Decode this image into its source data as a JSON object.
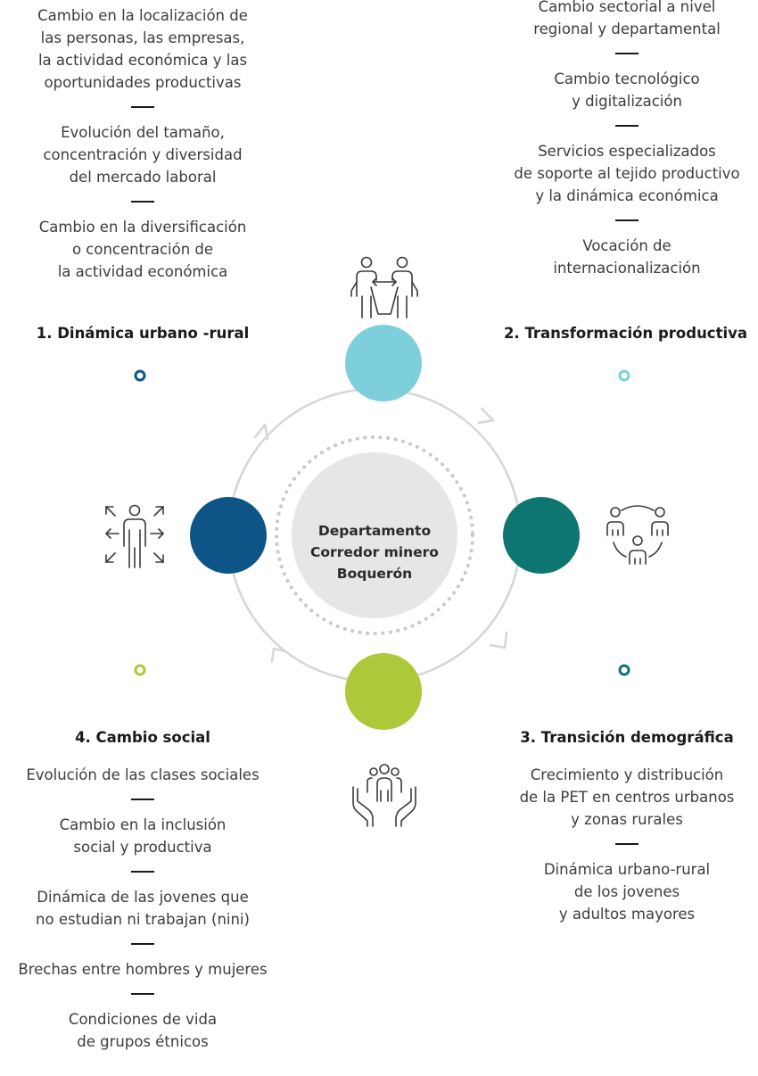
{
  "center": {
    "line1": "Departamento",
    "line2": "Corredor minero",
    "line3": "Boquerón"
  },
  "colors": {
    "top_node": "#7dcfdc",
    "right_node": "#0e7671",
    "bottom_node": "#acc939",
    "left_node": "#0d5586",
    "ring": "#d6d6d6",
    "center_disc": "#e6e6e6",
    "dots": "#c9c9c9"
  },
  "sections": {
    "s1": {
      "heading": "1. Dinámica urbano -rural",
      "items": [
        "Cambio en la localización de\nlas personas, las empresas,\nla actividad económica y las\noportunidades productivas",
        "Evolución del tamaño,\nconcentración y diversidad\ndel mercado laboral",
        "Cambio en la diversificación\no concentración de\nla actividad económica"
      ]
    },
    "s2": {
      "heading": "2. Transformación productiva",
      "items": [
        "Cambio sectorial a nivel\nregional y departamental",
        "Cambio tecnológico\ny digitalización",
        "Servicios especializados\nde soporte al tejido productivo\ny la dinámica económica",
        "Vocación de\ninternacionalización"
      ]
    },
    "s3": {
      "heading": "3. Transición demográfica",
      "items": [
        "Crecimiento y distribución\nde la PET en centros urbanos\ny zonas rurales",
        "Dinámica urbano-rural\nde los jovenes\ny adultos mayores"
      ]
    },
    "s4": {
      "heading": "4. Cambio social",
      "items": [
        "Evolución de las clases sociales",
        "Cambio en la inclusión\nsocial y productiva",
        "Dinámica de las jovenes que\nno estudian ni trabajan (nini)",
        "Brechas entre hombres y mujeres",
        "Condiciones de vida\nde grupos étnicos"
      ]
    }
  },
  "icons": {
    "s1": "two-people-exchange-icon",
    "s2": "connected-people-network-icon",
    "s3": "hands-holding-people-icon",
    "s4": "person-expanding-arrows-icon"
  }
}
